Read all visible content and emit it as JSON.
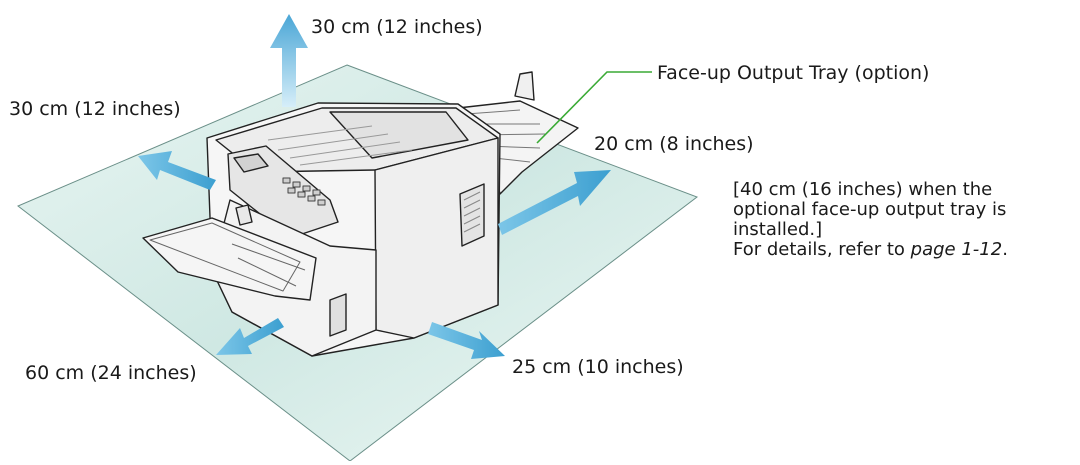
{
  "labels": {
    "top": "30 cm (12 inches)",
    "left": "30 cm (12 inches)",
    "tray": "Face-up Output Tray (option)",
    "right": "20 cm (8 inches)",
    "front_left": "60 cm (24 inches)",
    "front_right": "25 cm (10 inches)"
  },
  "note": {
    "line1": "[40 cm (16 inches) when the",
    "line2": "optional face-up output tray is",
    "line3": "installed.]",
    "line4_prefix": "For details, refer to ",
    "line4_link": "page 1-12",
    "line4_suffix": "."
  },
  "colors": {
    "floor": "#cfe8e3",
    "arrow": "#5cb3dd",
    "leader": "#3aaa35"
  },
  "icons": {
    "printer": "printer-illustration",
    "arrows": "clearance-arrow"
  }
}
